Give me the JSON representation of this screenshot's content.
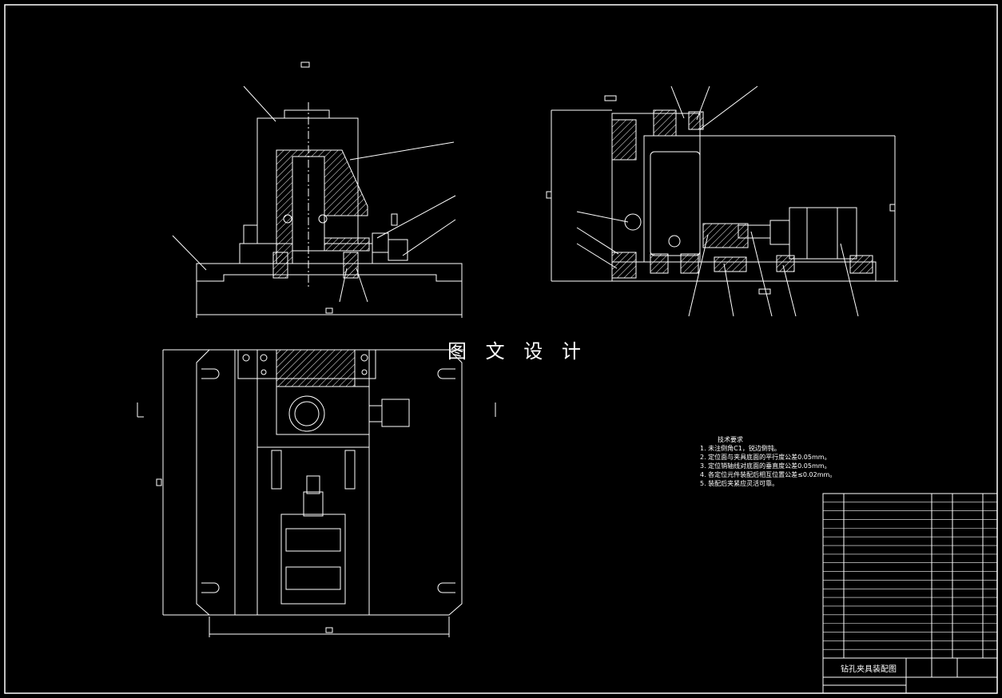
{
  "watermark": "图 文 设 计",
  "tech_notes": {
    "title": "技术要求",
    "items": [
      "1. 未注倒角C1，锐边倒钝。",
      "2. 定位面与夹具底面的平行度公差0.05mm。",
      "3. 定位销轴线对底面的垂直度公差0.05mm。",
      "4. 各定位元件装配后相互位置公差≤0.02mm。",
      "5. 装配后夹紧应灵活可靠。"
    ]
  },
  "title_block": {
    "drawing_name": "钻孔夹具装配图",
    "parts_list_rows": 19
  },
  "colors": {
    "background": "#000000",
    "lines": "#ffffff",
    "hatch": "#ffffff"
  }
}
